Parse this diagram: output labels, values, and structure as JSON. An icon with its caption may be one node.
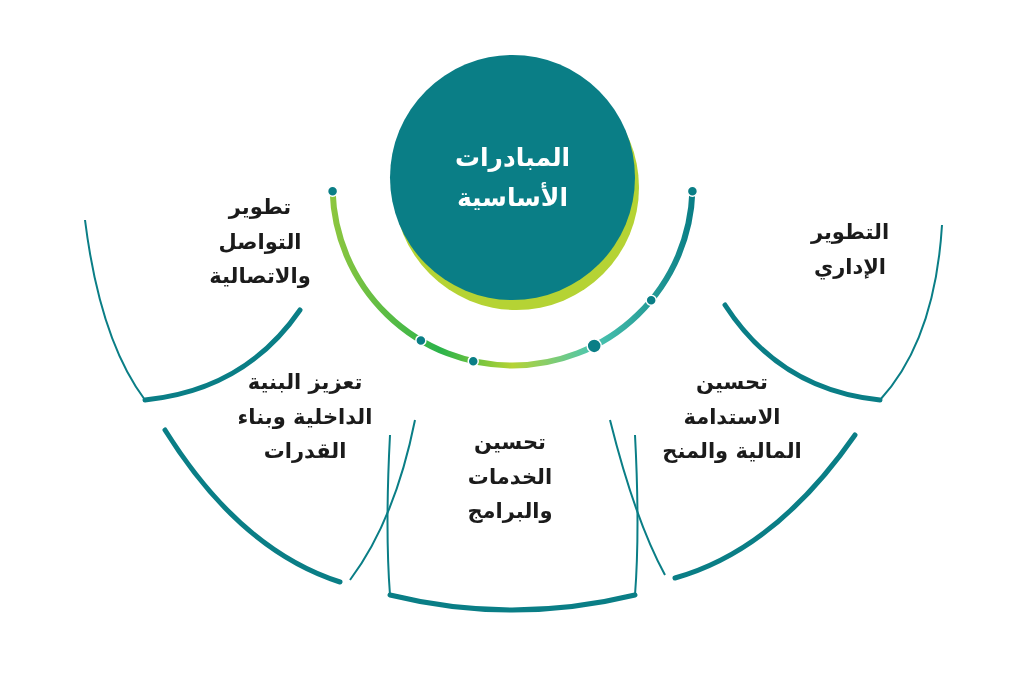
{
  "diagram": {
    "nodes": [
      {
        "text": [
          "المبادرات الأساسية"
        ]
      },
      {
        "text": [
          "تطوير التواصل والاتصالية"
        ]
      },
      {
        "text": [
          "التطوير الإداري"
        ]
      },
      {
        "text": [
          "تعزيز البنية الداخلية وبناء القدرات"
        ]
      },
      {
        "text": [
          "تحسين الاستدامة المالية والمنح"
        ]
      },
      {
        "text": [
          "تحسين الخدمات والبرامج"
        ]
      }
    ]
  }
}
